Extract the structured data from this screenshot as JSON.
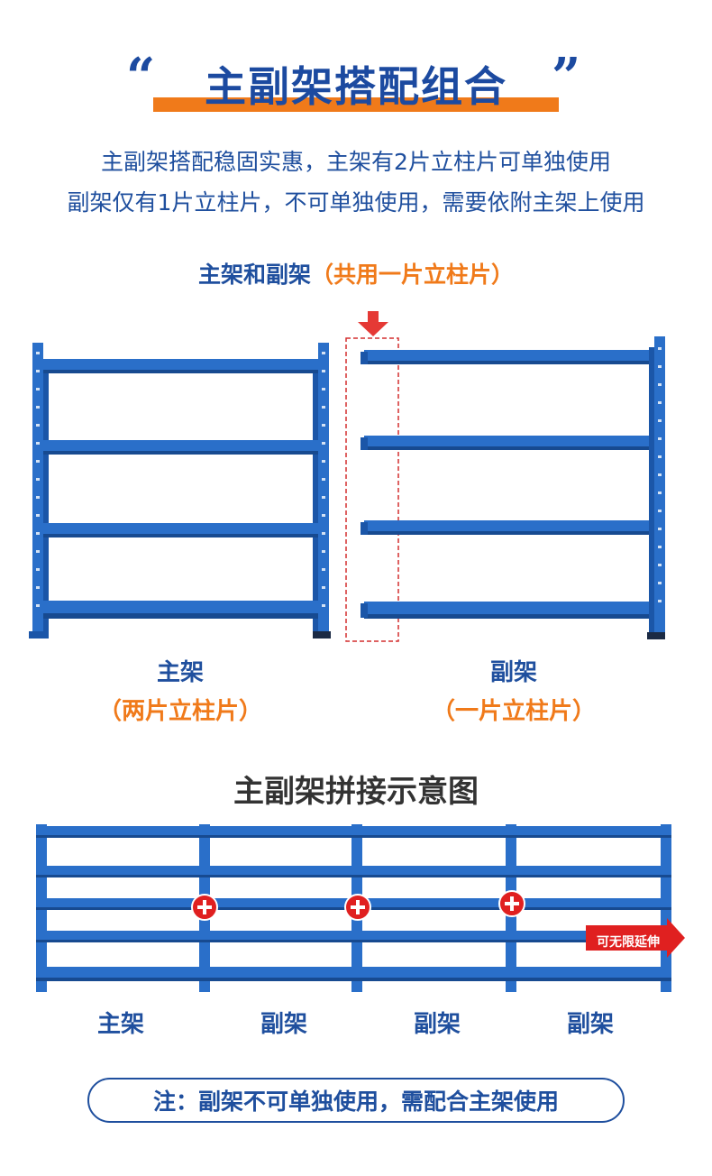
{
  "title": {
    "text": "主副架搭配组合",
    "quote_open": "“",
    "quote_close": "”"
  },
  "intro": {
    "line1": "主副架搭配稳固实惠，主架有2片立柱片可单独使用",
    "line2": "副架仅有1片立柱片，不可单独使用，需要依附主架上使用"
  },
  "combo_heading": {
    "main": "主架和副架",
    "note": "（共用一片立柱片）"
  },
  "racks": {
    "main_label": "主架",
    "main_sub": "（两片立柱片）",
    "sub_label": "副架",
    "sub_sub": "（一片立柱片）"
  },
  "diagram": {
    "title": "主副架拼接示意图",
    "extend_label": "可无限延伸",
    "segments": [
      "主架",
      "副架",
      "副架",
      "副架"
    ]
  },
  "note": "注：副架不可单独使用，需配合主架使用",
  "colors": {
    "primary_blue": "#1f4f9e",
    "rack_blue": "#2a6fc9",
    "accent_orange": "#f07a1a",
    "plus_red": "#e02020"
  }
}
